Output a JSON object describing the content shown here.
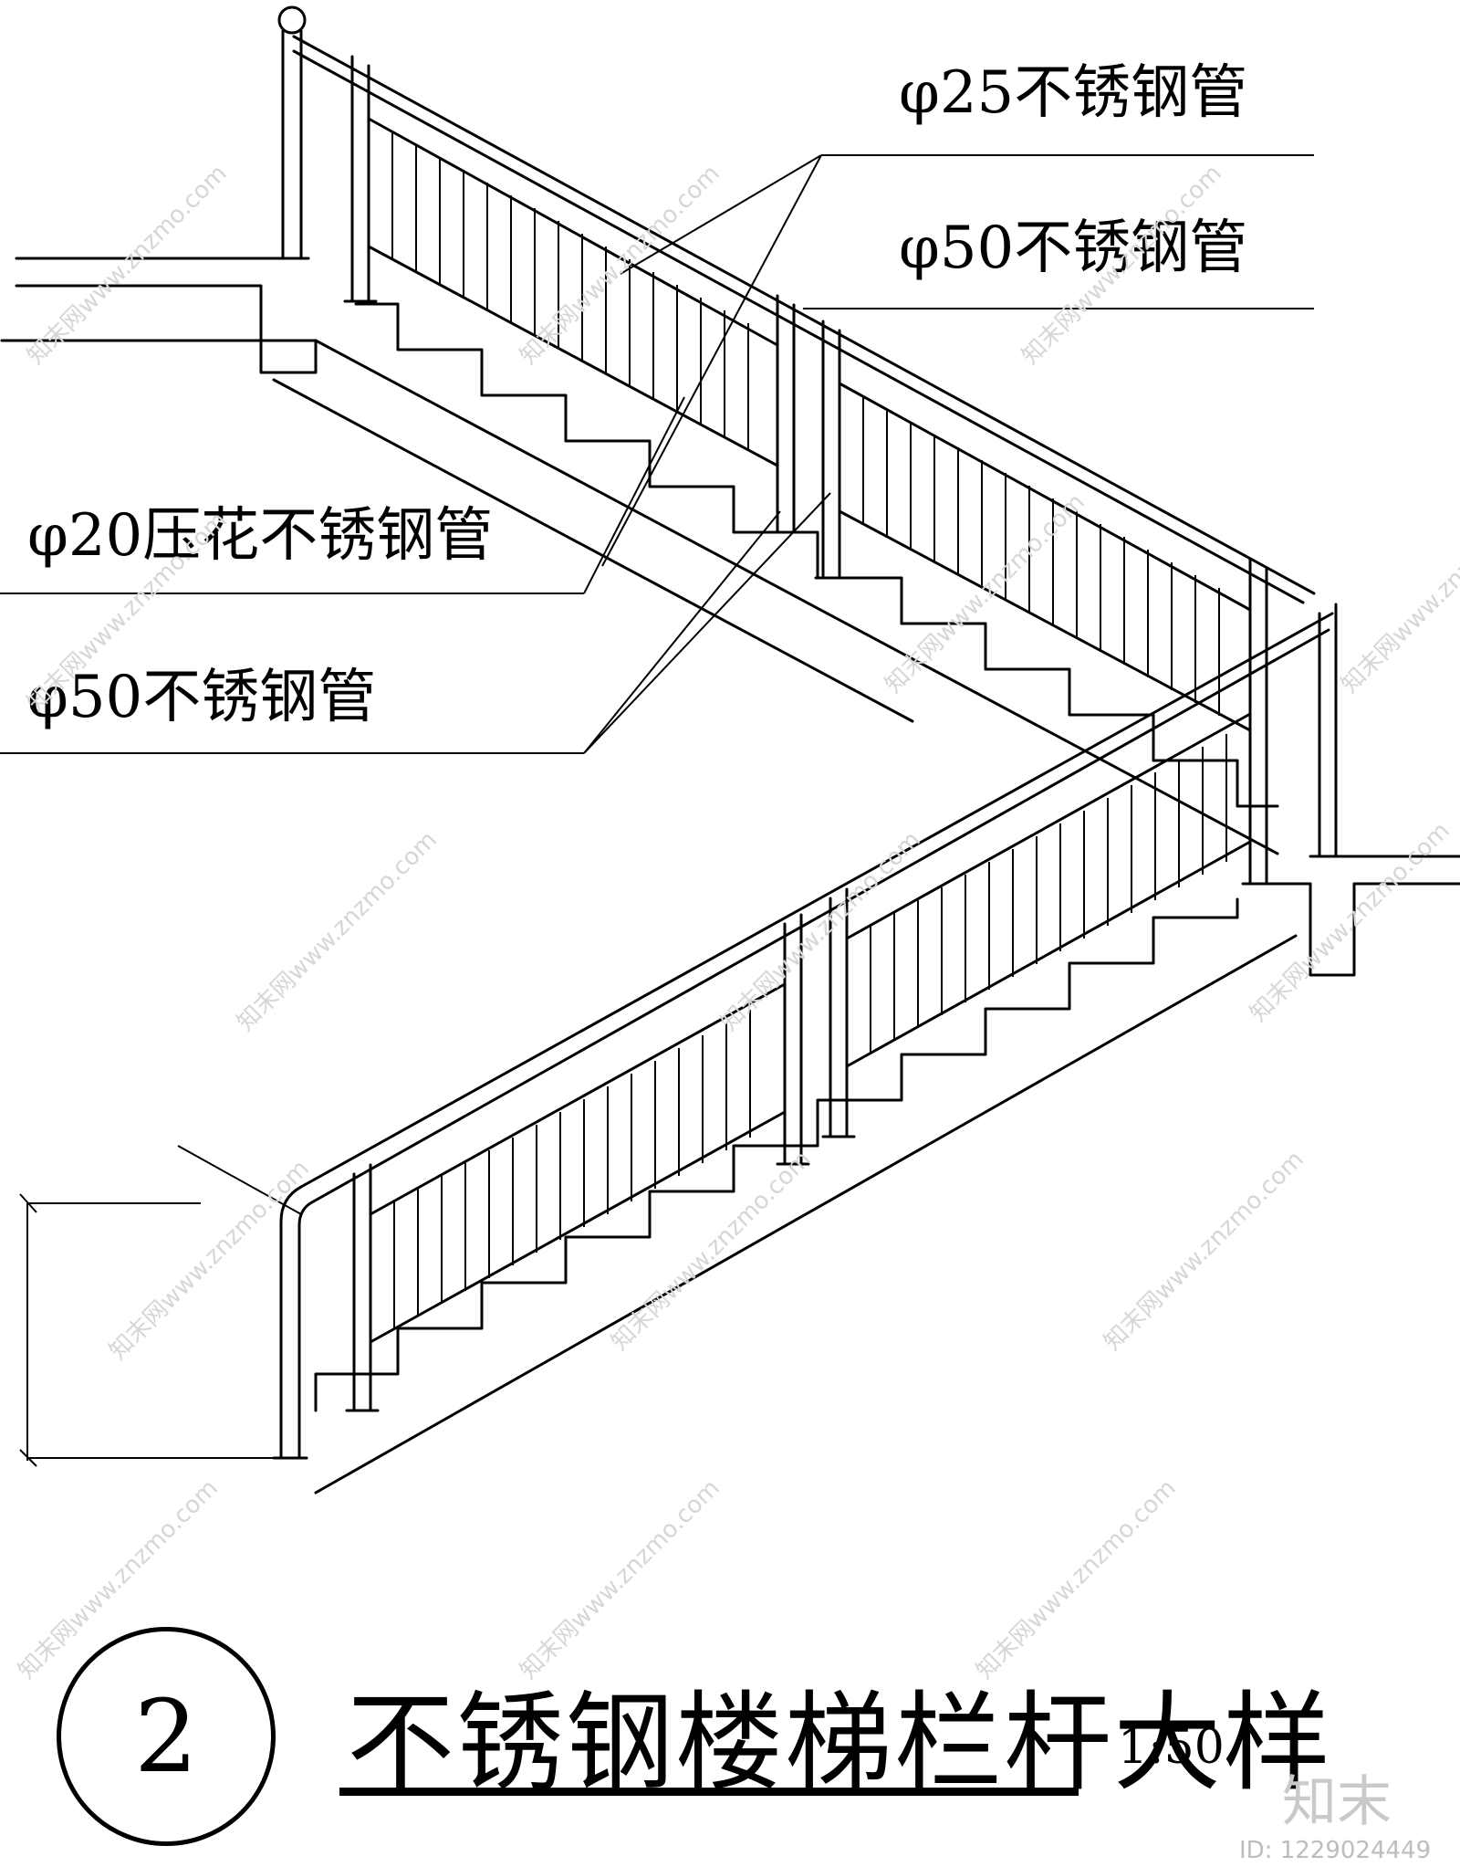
{
  "labels": {
    "pipe_25": "φ25不锈钢管",
    "pipe_50_top": "φ50不锈钢管",
    "pipe_20_embossed": "φ20压花不锈钢管",
    "pipe_50_left": "φ50不锈钢管"
  },
  "detail_number": "2",
  "title": "不锈钢楼梯栏杆大样",
  "scale": "1:50",
  "brand_mark": "知末",
  "image_id": "ID: 1229024449",
  "watermark": "知末网www.znzmo.com"
}
